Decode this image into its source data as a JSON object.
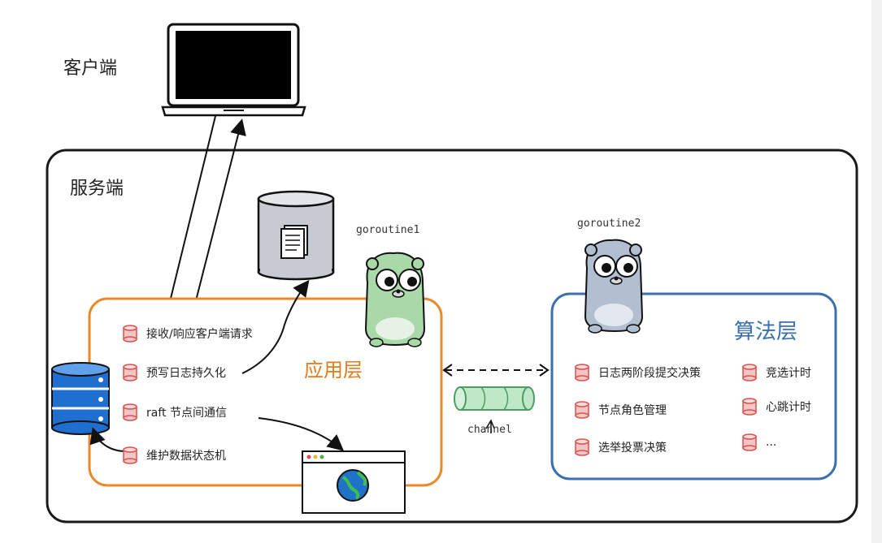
{
  "client": {
    "label": "客户端"
  },
  "server": {
    "label": "服务端"
  },
  "app_layer": {
    "title": "应用层",
    "items": [
      "接收/响应客户端请求",
      "预写日志持久化",
      "raft 节点间通信",
      "维护数据状态机"
    ]
  },
  "algo_layer": {
    "title": "算法层",
    "left_items": [
      "日志两阶段提交决策",
      "节点角色管理",
      "选举投票决策"
    ],
    "right_items": [
      "竞选计时",
      "心跳计时",
      "..."
    ]
  },
  "goroutine1": "goroutine1",
  "goroutine2": "goroutine2",
  "channel": "channel",
  "colors": {
    "app_border": "#e88a2a",
    "algo_border": "#3a6fb0",
    "server_border": "#1a1a1a",
    "item_icon": "#d9534f",
    "channel_green": "#8fd1a3"
  }
}
